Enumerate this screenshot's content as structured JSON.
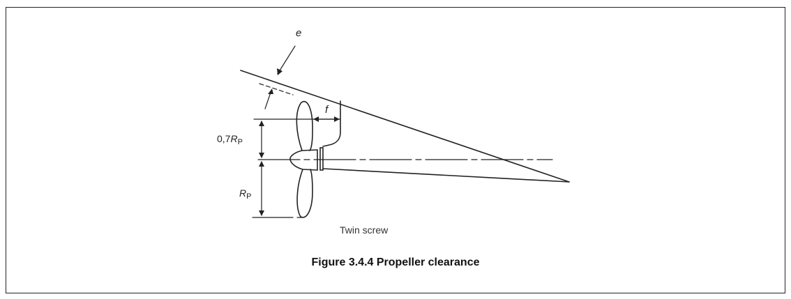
{
  "figure": {
    "caption": "Figure 3.4.4 Propeller clearance",
    "subcaption": "Twin screw",
    "labels": {
      "e": "e",
      "f": "f",
      "r07_prefix": "0,7",
      "r07_R": "R",
      "r07_sub": "P",
      "rp_R": "R",
      "rp_sub": "P"
    }
  }
}
